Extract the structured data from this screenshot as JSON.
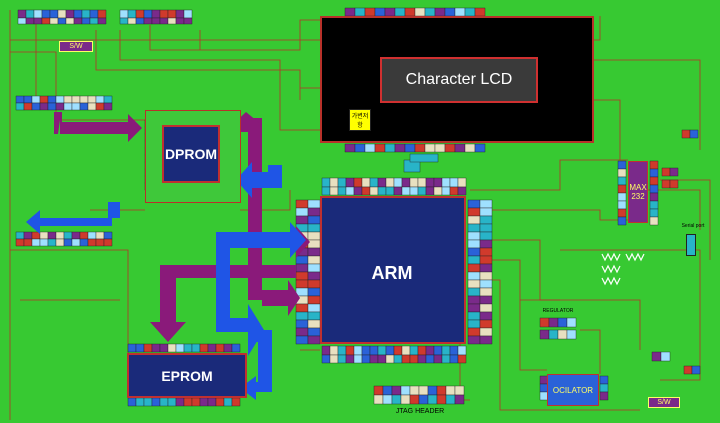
{
  "board": {
    "background": "#37c932",
    "trace_color": "#b8312a",
    "pad_colors": [
      "#d03a2c",
      "#2a62d8",
      "#7a2a8a",
      "#28b4c8",
      "#9fe0ff",
      "#e8e0c0"
    ]
  },
  "components": {
    "lcd": {
      "label": "Character LCD",
      "color": "#000000",
      "inner_color": "#3a3a3a"
    },
    "lcd_resistor": {
      "label": "가변저항",
      "color": "#ffff00"
    },
    "dprom": {
      "label": "DPROM",
      "color": "#1a2a7a"
    },
    "arm": {
      "label": "ARM",
      "color": "#1a2a7a"
    },
    "eprom": {
      "label": "EPROM",
      "color": "#1a2a7a"
    },
    "max232": {
      "label_line1": "MAX",
      "label_line2": "232",
      "color": "#7a2a8a"
    },
    "oscillator": {
      "label": "OCILATOR",
      "color": "#2a62d8"
    },
    "regulator": {
      "label": "REGULATOR"
    },
    "serial_port": {
      "label": "Serial port"
    },
    "jtag": {
      "label": "JTAG HEADER"
    },
    "sw_top": {
      "label": "S/W",
      "color": "#7a2a8a"
    },
    "sw_bottom": {
      "label": "S/W",
      "color": "#7a2a8a"
    }
  },
  "arrows": {
    "purple": "#8a1a7a",
    "blue": "#1f55e6"
  }
}
